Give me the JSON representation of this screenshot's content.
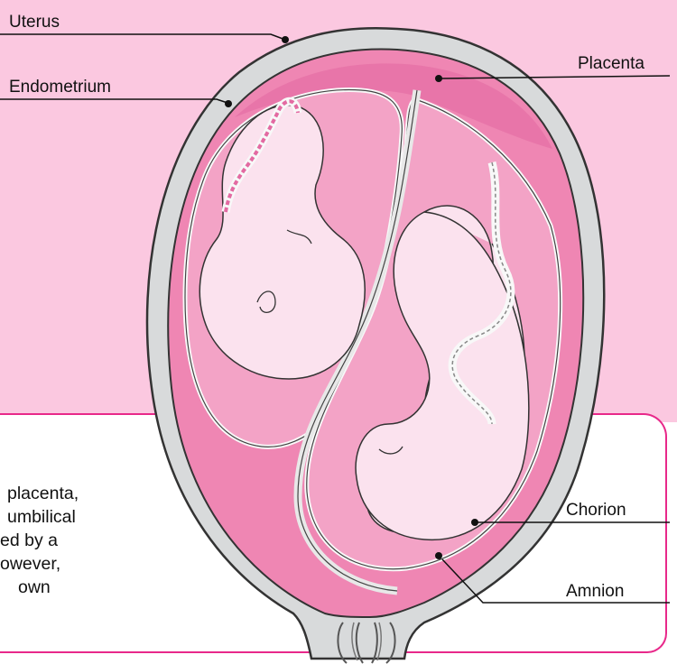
{
  "labels": {
    "uterus": "Uterus",
    "endometrium": "Endometrium",
    "placenta": "Placenta",
    "chorion": "Chorion",
    "amnion": "Amnion"
  },
  "info_text": {
    "lines": [
      "placenta,",
      "umbilical",
      "ed by a",
      "owever,",
      "own"
    ]
  },
  "colors": {
    "background_pink": "#fbc8e0",
    "accent_magenta": "#e8288a",
    "uterus_wall": "#d8dadb",
    "amniotic_fluid": "#ef86b3",
    "fetus_skin": "#fbe2ee"
  }
}
